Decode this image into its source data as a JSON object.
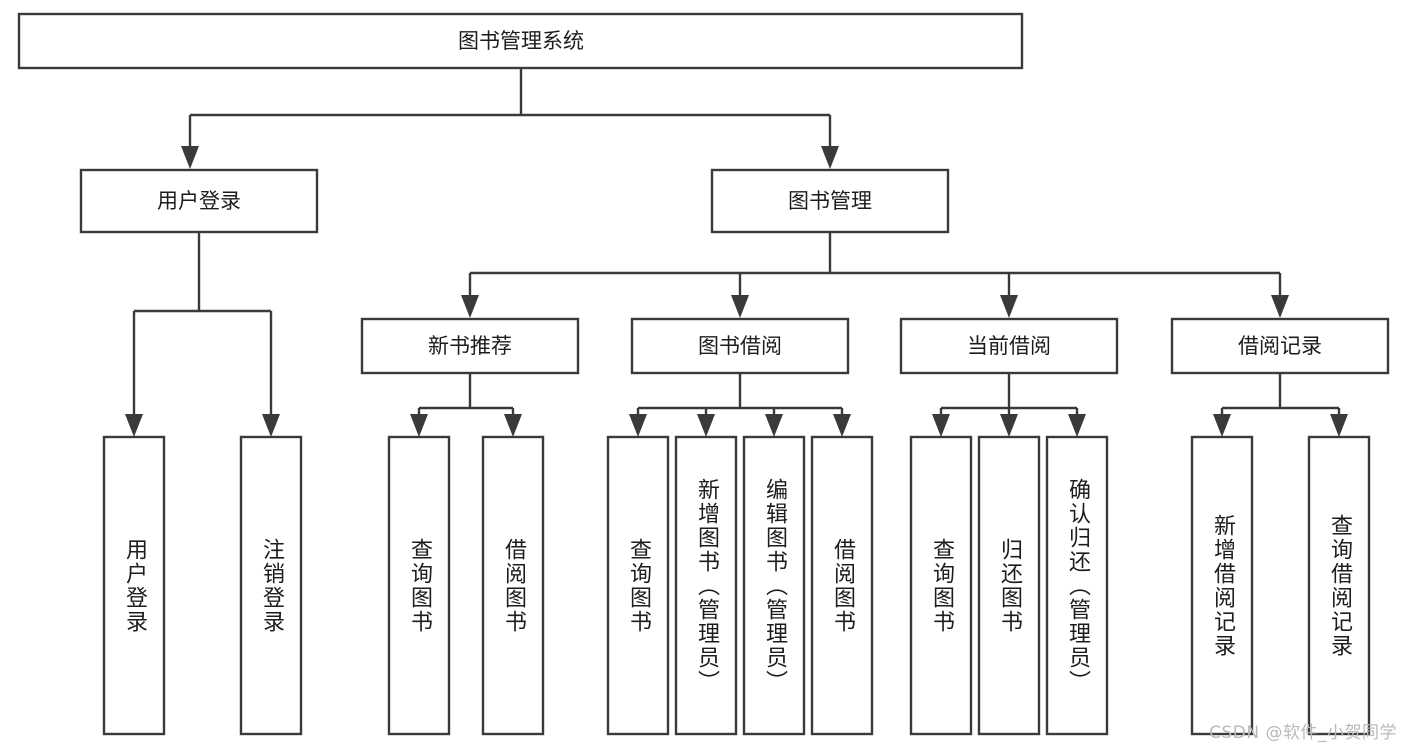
{
  "diagram": {
    "title": "图书管理系统",
    "watermark": "CSDN @软件_小贺同学",
    "colors": {
      "stroke": "#3a3a3a",
      "text": "#1d1d1d",
      "background": "#ffffff",
      "watermark": "#b9b9b9"
    }
  },
  "root": {
    "label": "图书管理系统"
  },
  "level2": [
    {
      "label": "用户登录"
    },
    {
      "label": "图书管理"
    }
  ],
  "level3": [
    {
      "label": "新书推荐"
    },
    {
      "label": "图书借阅"
    },
    {
      "label": "当前借阅"
    },
    {
      "label": "借阅记录"
    }
  ],
  "leaves": {
    "user_login": [
      {
        "label": "用户登录"
      },
      {
        "label": "注销登录"
      }
    ],
    "new_book_recommend": [
      {
        "label": "查询图书"
      },
      {
        "label": "借阅图书"
      }
    ],
    "book_borrow": [
      {
        "label": "查询图书"
      },
      {
        "label": "新增图书（管理员）"
      },
      {
        "label": "编辑图书（管理员）"
      },
      {
        "label": "借阅图书"
      }
    ],
    "current_borrow": [
      {
        "label": "查询图书"
      },
      {
        "label": "归还图书"
      },
      {
        "label": "确认归还（管理员）"
      }
    ],
    "borrow_record": [
      {
        "label": "新增借阅记录"
      },
      {
        "label": "查询借阅记录"
      }
    ]
  }
}
